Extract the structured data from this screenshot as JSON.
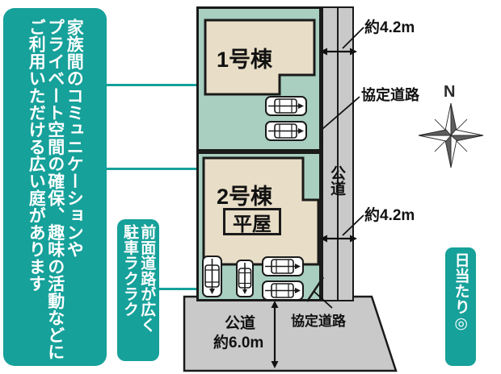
{
  "callouts": {
    "main": {
      "text": "家族間のコミュニケーションや\nプライベート空間の確保、趣味の活動などに\nご利用いただける広い庭があります",
      "color": "#16a19a"
    },
    "parking": {
      "text": "前面道路が広く\n駐車ラクラク",
      "color": "#16a19a"
    },
    "sunlight": {
      "text": "日当たり◎",
      "color": "#16a19a"
    }
  },
  "site_plan": {
    "lots": [
      {
        "id": "lot1",
        "label": "1号棟",
        "sub_label": ""
      },
      {
        "id": "lot2",
        "label": "2号棟",
        "sub_label": "平屋"
      }
    ],
    "annotations": {
      "width_top": "約4.2m",
      "width_bottom": "約4.2m",
      "kyotei_road_top": "協定道路",
      "kyotei_road_bottom": "協定道路",
      "public_road_side": "公道",
      "public_road_bottom_label": "公道",
      "public_road_bottom_width": "約6.0m"
    },
    "compass": {
      "north_label": "N"
    },
    "colors": {
      "lot_fill": "#a8cfc0",
      "house_fill": "#e8ddc6",
      "road_fill": "#c9c9c9",
      "outline": "#1a1a1a",
      "accent": "#16a19a"
    }
  }
}
